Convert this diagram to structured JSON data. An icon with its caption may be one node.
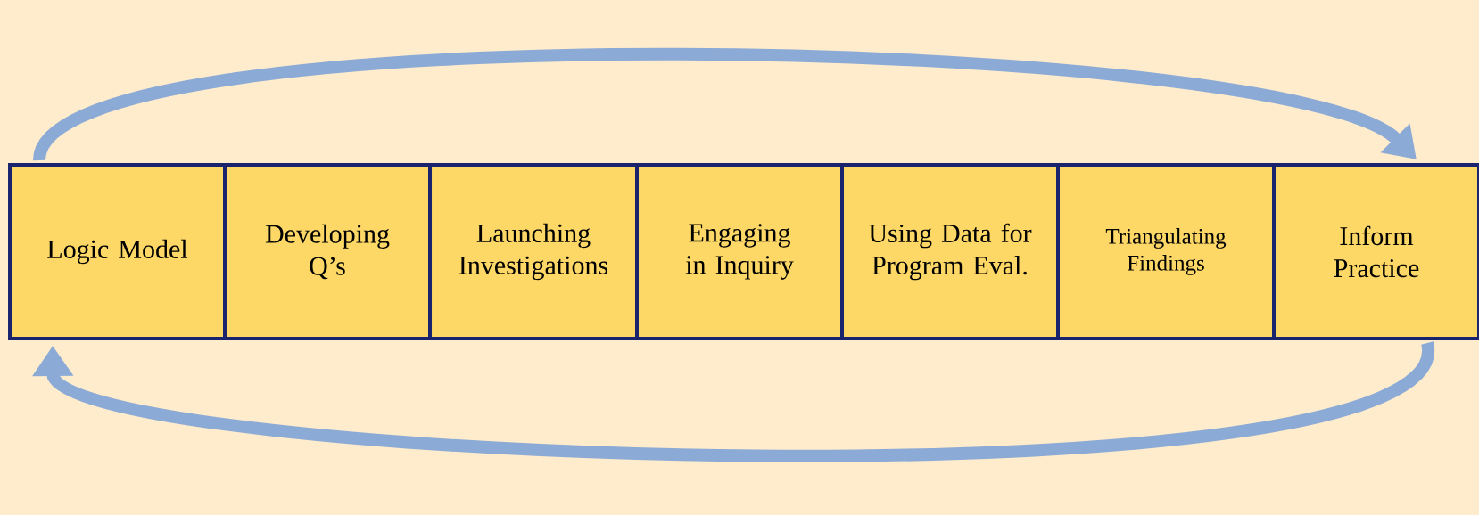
{
  "diagram": {
    "nodes": [
      {
        "text": [
          "Logic Model"
        ]
      },
      {
        "text": [
          "Developing Q’s"
        ]
      },
      {
        "text": [
          "Launching Investigations"
        ]
      },
      {
        "text": [
          "Engaging in Inquiry"
        ]
      },
      {
        "text": [
          "Using Data for Program Eval."
        ]
      },
      {
        "text": [
          "Triangulating Findings"
        ]
      },
      {
        "text": [
          "Inform Practice"
        ]
      }
    ],
    "edges": [
      {
        "from": 0,
        "to": 6,
        "arrow": "to"
      },
      {
        "from": 6,
        "to": 0,
        "arrow": "to"
      }
    ]
  }
}
